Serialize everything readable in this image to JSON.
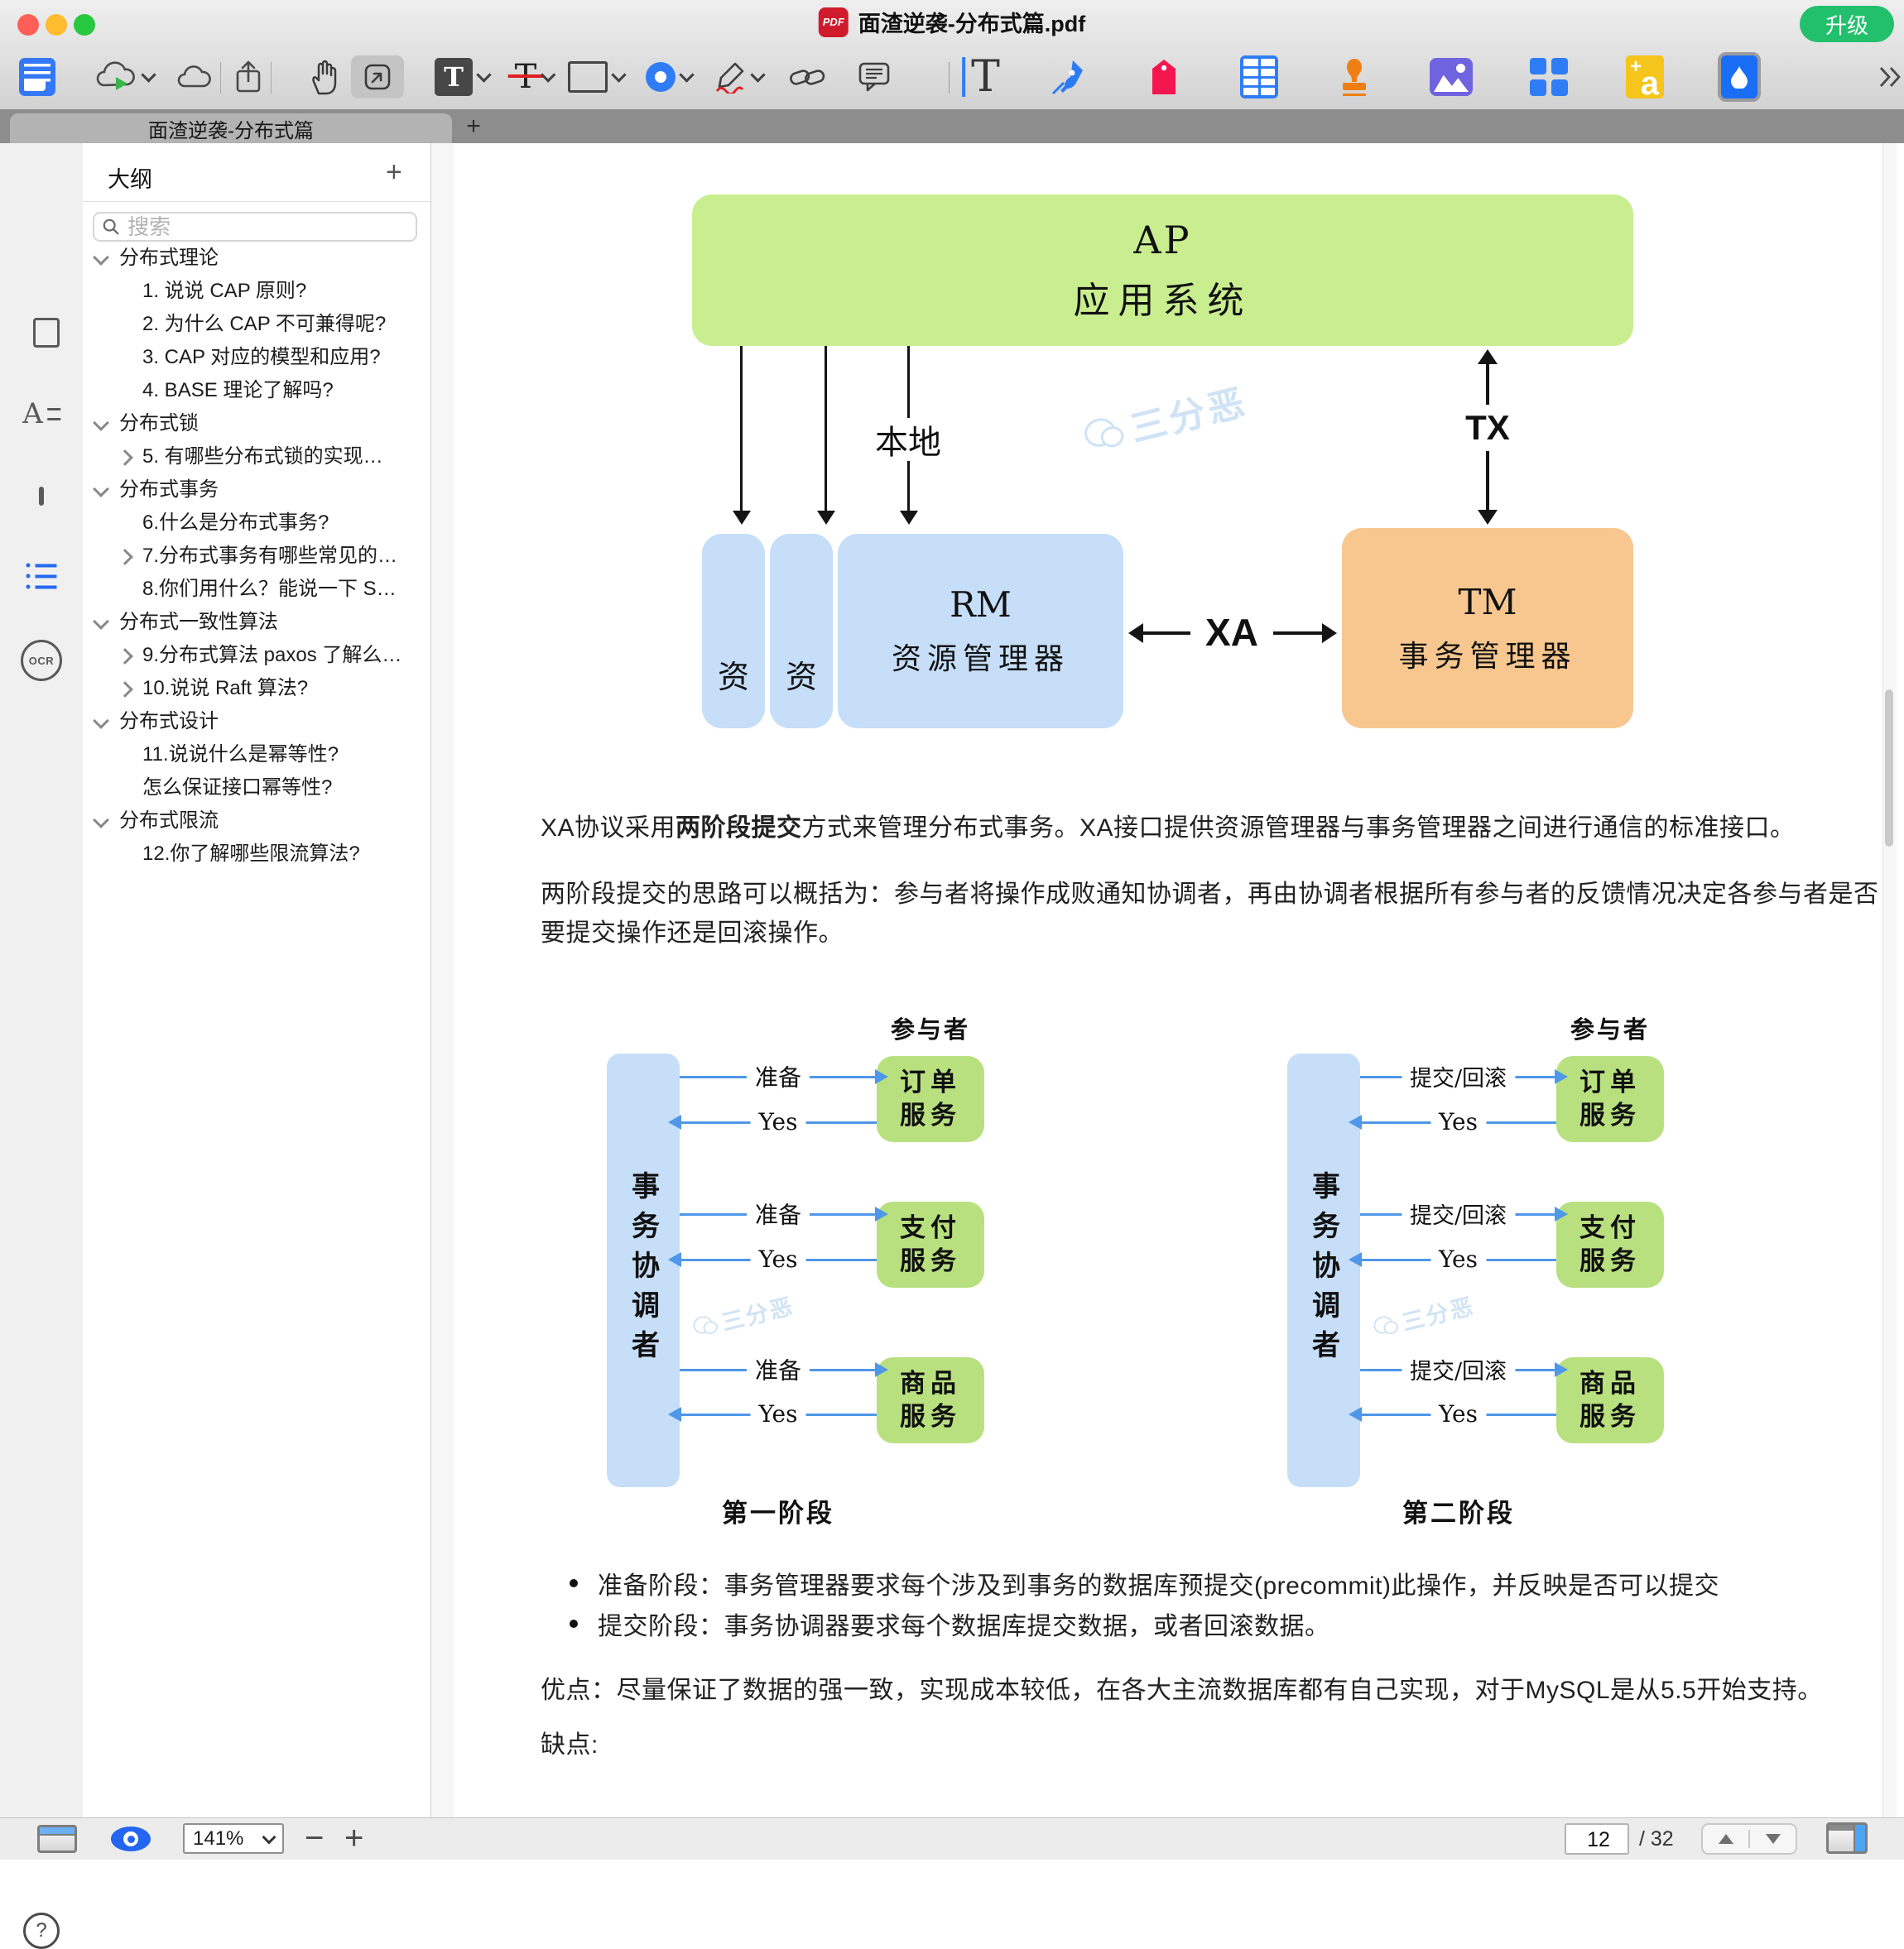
{
  "window": {
    "pdf_badge": "PDF",
    "title": "面渣逆袭-分布式篇.pdf",
    "upgrade": "升级"
  },
  "toolbar": {
    "text_tool_glyph": "T",
    "strike_tool_glyph": "T",
    "edit_text_glyph": "T",
    "font_tool_plus": "+",
    "font_tool_a": "a"
  },
  "tabs": {
    "active": "面渣逆袭-分布式篇",
    "add": "+"
  },
  "rail": {
    "ocr": "OCR",
    "help": "?"
  },
  "sidebar": {
    "header": "大纲",
    "add": "+",
    "search_placeholder": "搜索",
    "outline": [
      {
        "text": "分布式理论"
      },
      {
        "text": "1. 说说 CAP 原则?"
      },
      {
        "text": "2. 为什么 CAP 不可兼得呢?"
      },
      {
        "text": "3. CAP 对应的模型和应用?"
      },
      {
        "text": "4. BASE 理论了解吗?"
      },
      {
        "text": "分布式锁"
      },
      {
        "text": "5. 有哪些分布式锁的实现…"
      },
      {
        "text": "分布式事务"
      },
      {
        "text": "6.什么是分布式事务?"
      },
      {
        "text": "7.分布式事务有哪些常见的…"
      },
      {
        "text": "8.你们用什么？能说一下 S…"
      },
      {
        "text": "分布式一致性算法"
      },
      {
        "text": "9.分布式算法 paxos 了解么…"
      },
      {
        "text": "10.说说 Raft 算法?"
      },
      {
        "text": "分布式设计"
      },
      {
        "text": "11.说说什么是幂等性?"
      },
      {
        "text": "怎么保证接口幂等性?"
      },
      {
        "text": "分布式限流"
      },
      {
        "text": "12.你了解哪些限流算法?"
      }
    ]
  },
  "page": {
    "watermark": "三分恶",
    "diagram": {
      "ap_line1": "AP",
      "ap_line2": "应用系统",
      "local_label": "本地",
      "res1": "资",
      "res2": "资",
      "rm_line1": "RM",
      "rm_line2": "资源管理器",
      "xa_label": "XA",
      "tm_line1": "TM",
      "tm_line2": "事务管理器",
      "tx_label": "TX"
    },
    "p1_pre": "XA协议采用",
    "p1_bold": "两阶段提交",
    "p1_post": "方式来管理分布式事务。XA接口提供资源管理器与事务管理器之间进行通信的标准接口。",
    "p2": "两阶段提交的思路可以概括为：参与者将操作成败通知协调者，再由协调者根据所有参与者的反馈情况决定各参与者是否要提交操作还是回滚操作。",
    "twopc": {
      "participants": "参与者",
      "coordinator": "事务协调者",
      "services": [
        [
          "订单",
          "服务"
        ],
        [
          "支付",
          "服务"
        ],
        [
          "商品",
          "服务"
        ]
      ],
      "phase1": {
        "caption": "第一阶段",
        "request": "准备",
        "reply": "Yes"
      },
      "phase2": {
        "caption": "第二阶段",
        "request": "提交/回滚",
        "reply": "Yes"
      }
    },
    "bullet1": "准备阶段：事务管理器要求每个涉及到事务的数据库预提交(precommit)此操作，并反映是否可以提交",
    "bullet2": "提交阶段：事务协调器要求每个数据库提交数据，或者回滚数据。",
    "pros": "优点：尽量保证了数据的强一致，实现成本较低，在各大主流数据库都有自己实现，对于MySQL是从5.5开始支持。",
    "cons": "缺点:"
  },
  "statusbar": {
    "zoom": "141%",
    "minus": "−",
    "plus": "+",
    "page": "12",
    "total": "/ 32"
  },
  "colors": {
    "upgrade_green": "#22c06d",
    "accent_blue": "#2f7df6",
    "ap_green": "#c9ee90",
    "service_green": "#b9e07f",
    "box_blue": "#c6def8",
    "box_orange": "#f7c78f",
    "arrow_blue": "#4f97e8",
    "tag_red": "#f4164f",
    "stamp_orange": "#f07f13",
    "image_purple": "#6f63e0",
    "font_yellow": "#f6c51c",
    "watermark_blue": "#cfe3f5"
  }
}
